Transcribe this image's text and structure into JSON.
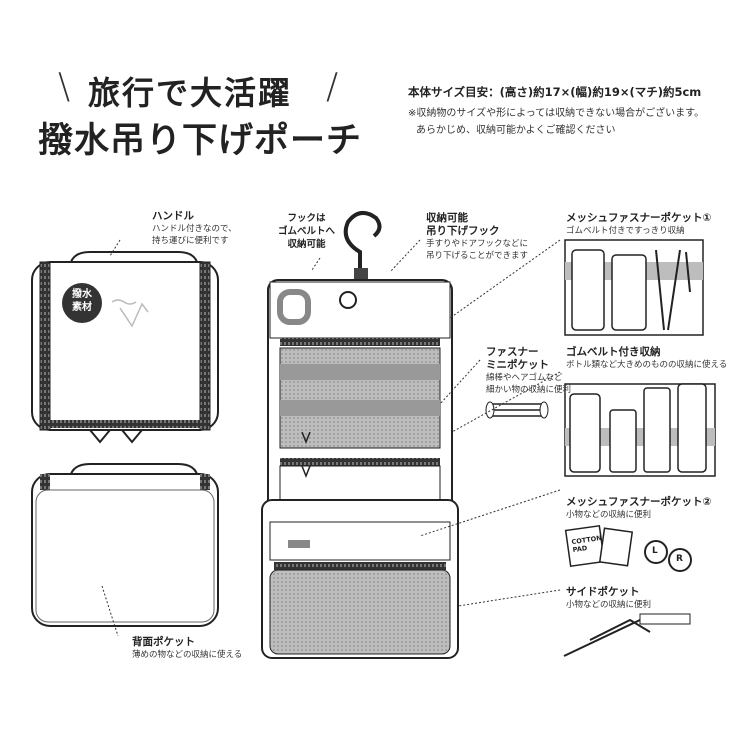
{
  "title": {
    "line1": "旅行で大活躍",
    "line2": "撥水吊り下げポーチ",
    "deco_left": "\\",
    "deco_right": "/"
  },
  "size": {
    "main": "本体サイズ目安：(高さ)約17×(幅)約19×(マチ)約5cm",
    "note1": "※収納物のサイズや形によっては収納できない場合がございます。",
    "note2": "あらかじめ、収納可能かよくご確認ください"
  },
  "badge": {
    "line1": "撥水",
    "line2": "素材"
  },
  "callouts": {
    "handle": {
      "title": "ハンドル",
      "line1": "ハンドル付きなので、",
      "line2": "持ち運びに便利です"
    },
    "hook_note": {
      "line1": "フックは",
      "line2": "ゴムベルトへ",
      "line3": "収納可能"
    },
    "hook": {
      "title1": "収納可能",
      "title2": "吊り下げフック",
      "line1": "手すりやドアフックなどに",
      "line2": "吊り下げることができます"
    },
    "mesh1": {
      "title": "メッシュファスナーポケット①",
      "line1": "ゴムベルト付きですっきり収納"
    },
    "zip_mini": {
      "title1": "ファスナー",
      "title2": "ミニポケット",
      "line1": "綿棒やヘアゴムなど",
      "line2": "細かい物の収納に便利"
    },
    "rubber": {
      "title": "ゴムベルト付き収納",
      "line1": "ボトル類など大きめのものの収納に使える"
    },
    "mesh2": {
      "title": "メッシュファスナーポケット②",
      "line1": "小物などの収納に便利"
    },
    "side": {
      "title": "サイドポケット",
      "line1": "小物などの収納に便利"
    },
    "back": {
      "title": "背面ポケット",
      "line1": "薄めの物などの収納に使える"
    }
  },
  "items": {
    "cotton_pad": "COTTON\nPAD",
    "lens_l": "L",
    "lens_r": "R"
  },
  "colors": {
    "ink": "#222222",
    "gray": "#a9a9a9",
    "light_gray": "#d8d8d8",
    "badge": "#333333"
  }
}
